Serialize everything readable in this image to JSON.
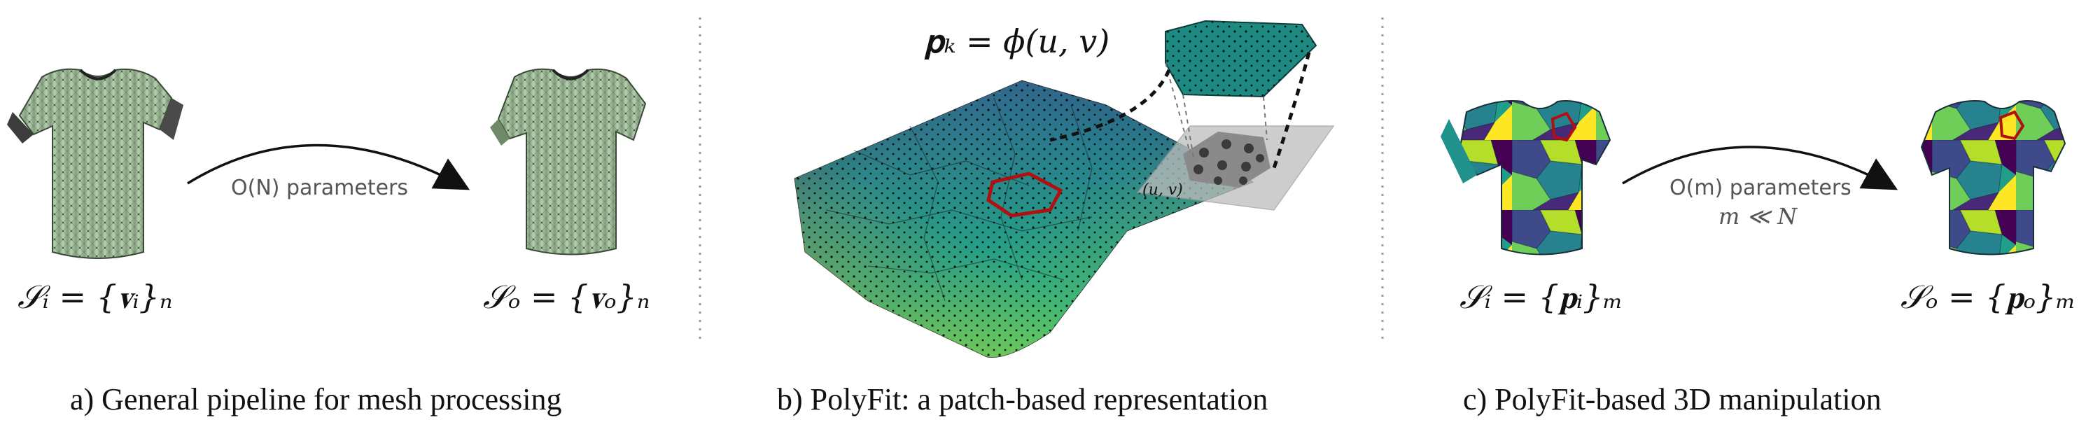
{
  "panels": {
    "a": {
      "caption": "a) General pipeline for mesh processing",
      "input_label": "𝒮ᵢ = {𝐯ᵢ}ₙ",
      "output_label": "𝒮ₒ = {𝐯ₒ}ₙ",
      "arrow_note": "O(N) parameters"
    },
    "b": {
      "caption": "b) PolyFit: a patch-based representation",
      "formula": "𝐩ₖ = ϕ(u, v)",
      "uv_label": "(u, v)"
    },
    "c": {
      "caption": "c) PolyFit-based 3D manipulation",
      "input_label": "𝒮ᵢ = {𝐩ᵢ}ₘ",
      "output_label": "𝒮ₒ = {𝐩ₒ}ₘ",
      "arrow_note_1": "O(m) parameters",
      "arrow_note_2": "m ≪ N"
    }
  },
  "colors": {
    "mesh_green": "#a9c5a3",
    "viridis_purple": "#440154",
    "viridis_blue": "#31688e",
    "viridis_teal": "#21918c",
    "viridis_green": "#35b779",
    "viridis_yellow": "#fde725",
    "patch_outline": "#b01010",
    "divider": "#9a9a9a"
  },
  "icons": [
    "shirt-mesh-icon",
    "viridis-surface-icon",
    "patch-hexagon-icon",
    "uv-plane-icon",
    "patch-shirt-icon"
  ]
}
